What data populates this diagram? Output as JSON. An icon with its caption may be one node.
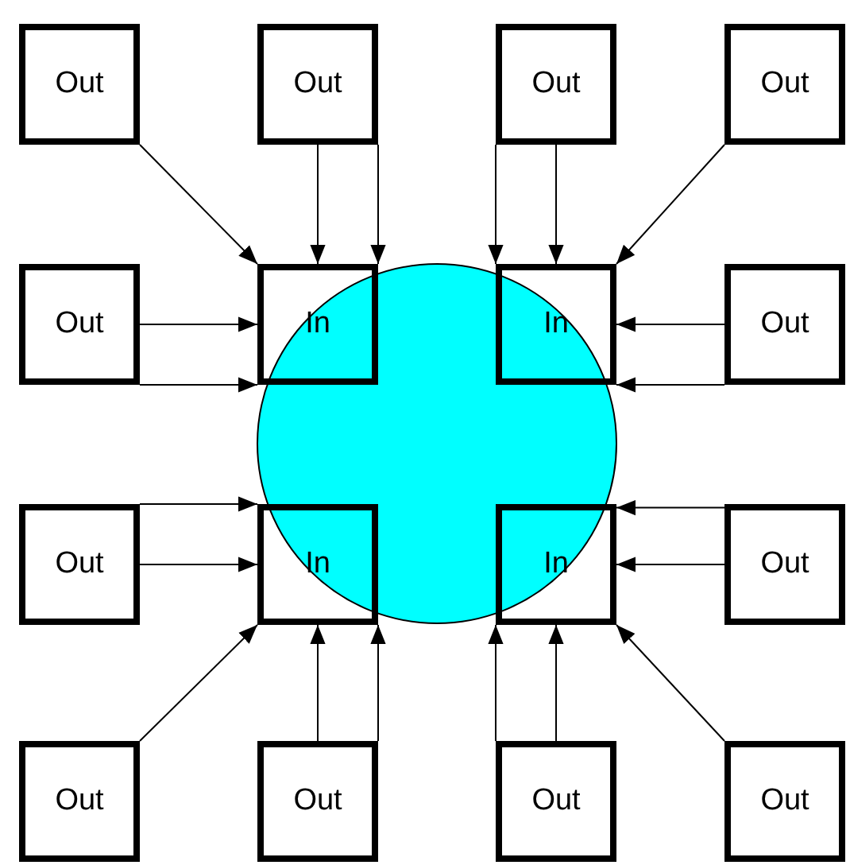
{
  "diagram": {
    "nodes": [
      {
        "text": [
          "Out"
        ]
      },
      {
        "text": [
          "Out"
        ]
      },
      {
        "text": [
          "Out"
        ]
      },
      {
        "text": [
          "Out"
        ]
      },
      {
        "text": [
          "Out"
        ]
      },
      {
        "text": [
          "In"
        ]
      },
      {
        "text": [
          "In"
        ]
      },
      {
        "text": [
          "Out"
        ]
      },
      {
        "text": [
          "Out"
        ]
      },
      {
        "text": [
          "In"
        ]
      },
      {
        "text": [
          "In"
        ]
      },
      {
        "text": [
          "Out"
        ]
      },
      {
        "text": [
          "Out"
        ]
      },
      {
        "text": [
          "Out"
        ]
      },
      {
        "text": [
          "Out"
        ]
      },
      {
        "text": [
          "Out"
        ]
      }
    ],
    "edges": [
      {
        "from": 0,
        "to": 5,
        "arrow": "to"
      },
      {
        "from": 1,
        "to": 5,
        "arrow": "to"
      },
      {
        "from": 1,
        "to": 5,
        "arrow": "to"
      },
      {
        "from": 4,
        "to": 5,
        "arrow": "to"
      },
      {
        "from": 4,
        "to": 5,
        "arrow": "to"
      },
      {
        "from": 2,
        "to": 6,
        "arrow": "to"
      },
      {
        "from": 2,
        "to": 6,
        "arrow": "to"
      },
      {
        "from": 3,
        "to": 6,
        "arrow": "to"
      },
      {
        "from": 7,
        "to": 6,
        "arrow": "to"
      },
      {
        "from": 7,
        "to": 6,
        "arrow": "to"
      },
      {
        "from": 8,
        "to": 9,
        "arrow": "to"
      },
      {
        "from": 8,
        "to": 9,
        "arrow": "to"
      },
      {
        "from": 12,
        "to": 9,
        "arrow": "to"
      },
      {
        "from": 13,
        "to": 9,
        "arrow": "to"
      },
      {
        "from": 13,
        "to": 9,
        "arrow": "to"
      },
      {
        "from": 14,
        "to": 10,
        "arrow": "to"
      },
      {
        "from": 14,
        "to": 10,
        "arrow": "to"
      },
      {
        "from": 15,
        "to": 10,
        "arrow": "to"
      },
      {
        "from": 11,
        "to": 10,
        "arrow": "to"
      },
      {
        "from": 11,
        "to": 10,
        "arrow": "to"
      }
    ]
  }
}
